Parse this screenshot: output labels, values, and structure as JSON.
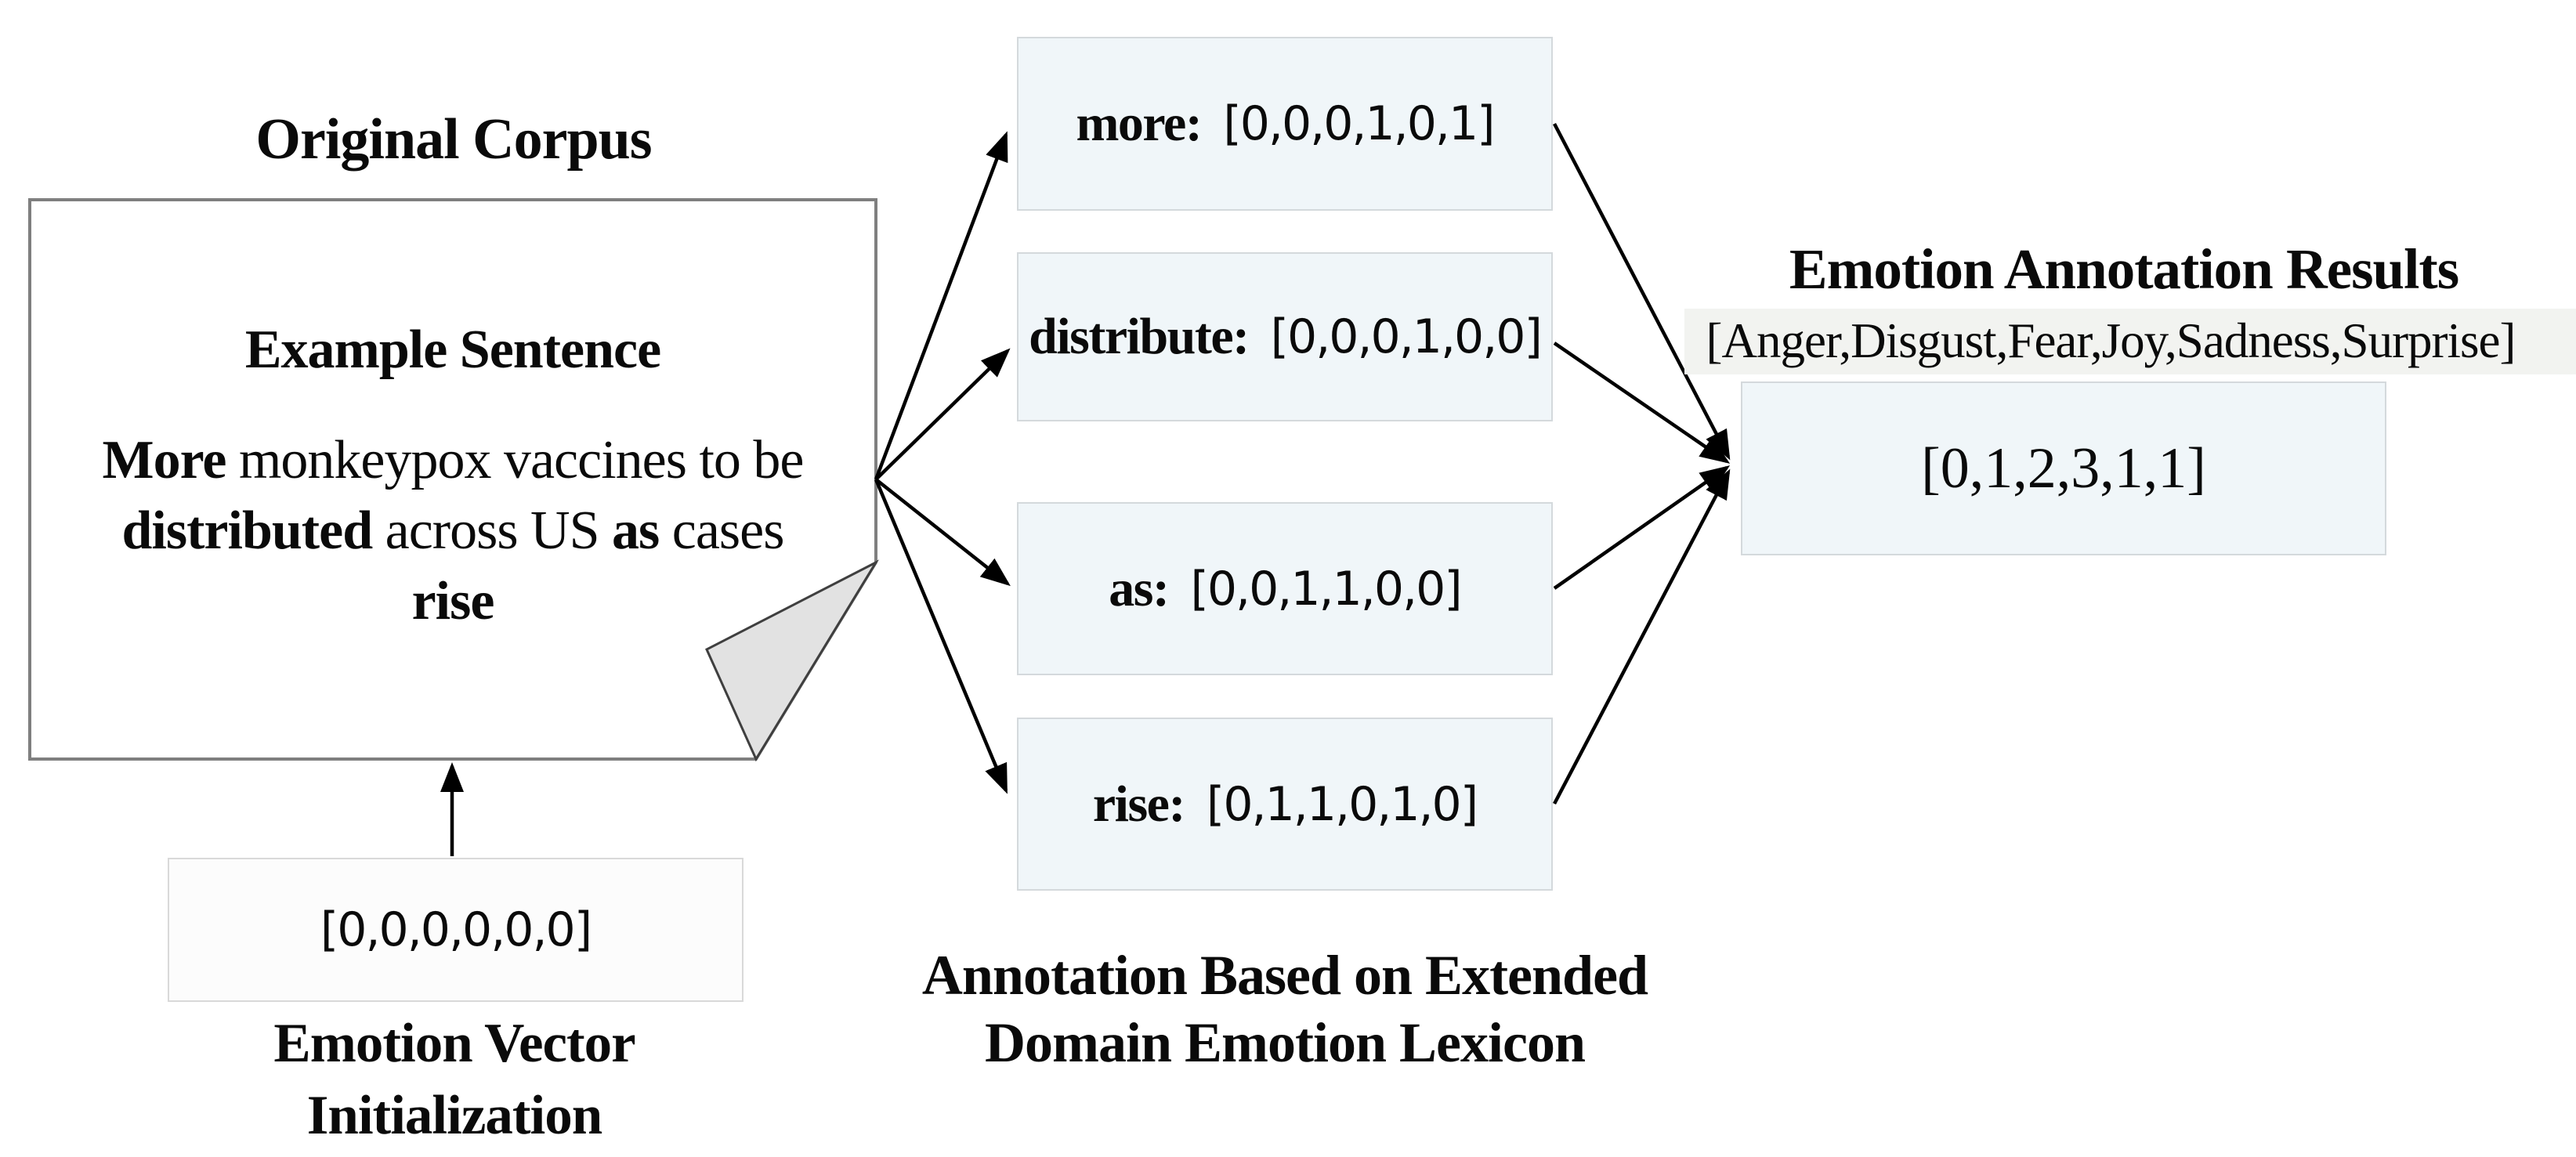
{
  "colors": {
    "bg": "#ffffff",
    "ink": "#0a0a0a",
    "main_border": "#7f7f7f",
    "box_fill": "#f0f6f9",
    "box_border": "#d4d9dc",
    "init_fill": "#fcfcfc",
    "init_border": "#d9d9d9",
    "fold_fill": "#e2e2e2",
    "fold_stroke": "#3f3f3f",
    "arrow": "#000000",
    "band": "#f2f3f0"
  },
  "original_corpus": {
    "title": "Original Corpus",
    "heading": "Example Sentence",
    "sentence": {
      "l1_bold": "More",
      "l1_rest": " monkeypox vaccines to be",
      "l2_bold1": "distributed",
      "l2_rest1": " across US ",
      "l2_bold2": "as",
      "l2_rest2": " cases",
      "l3_bold": "rise"
    }
  },
  "initialization": {
    "vector": "[0,0,0,0,0,0]",
    "caption_line1": "Emotion Vector",
    "caption_line2": "Initialization"
  },
  "lexicon": {
    "caption_line1": "Annotation Based on Extended",
    "caption_line2": "Domain Emotion Lexicon",
    "entries": [
      {
        "word": "more:",
        "vector": "[0,0,0,1,0,1]"
      },
      {
        "word": "distribute:",
        "vector": "[0,0,0,1,0,0]"
      },
      {
        "word": "as:",
        "vector": "[0,0,1,1,0,0]"
      },
      {
        "word": "rise:",
        "vector": "[0,1,1,0,1,0]"
      }
    ]
  },
  "results": {
    "title": "Emotion Annotation Results",
    "legend": "[Anger,Disgust,Fear,Joy,Sadness,Surprise]",
    "vector": "[0,1,2,3,1,1]"
  }
}
